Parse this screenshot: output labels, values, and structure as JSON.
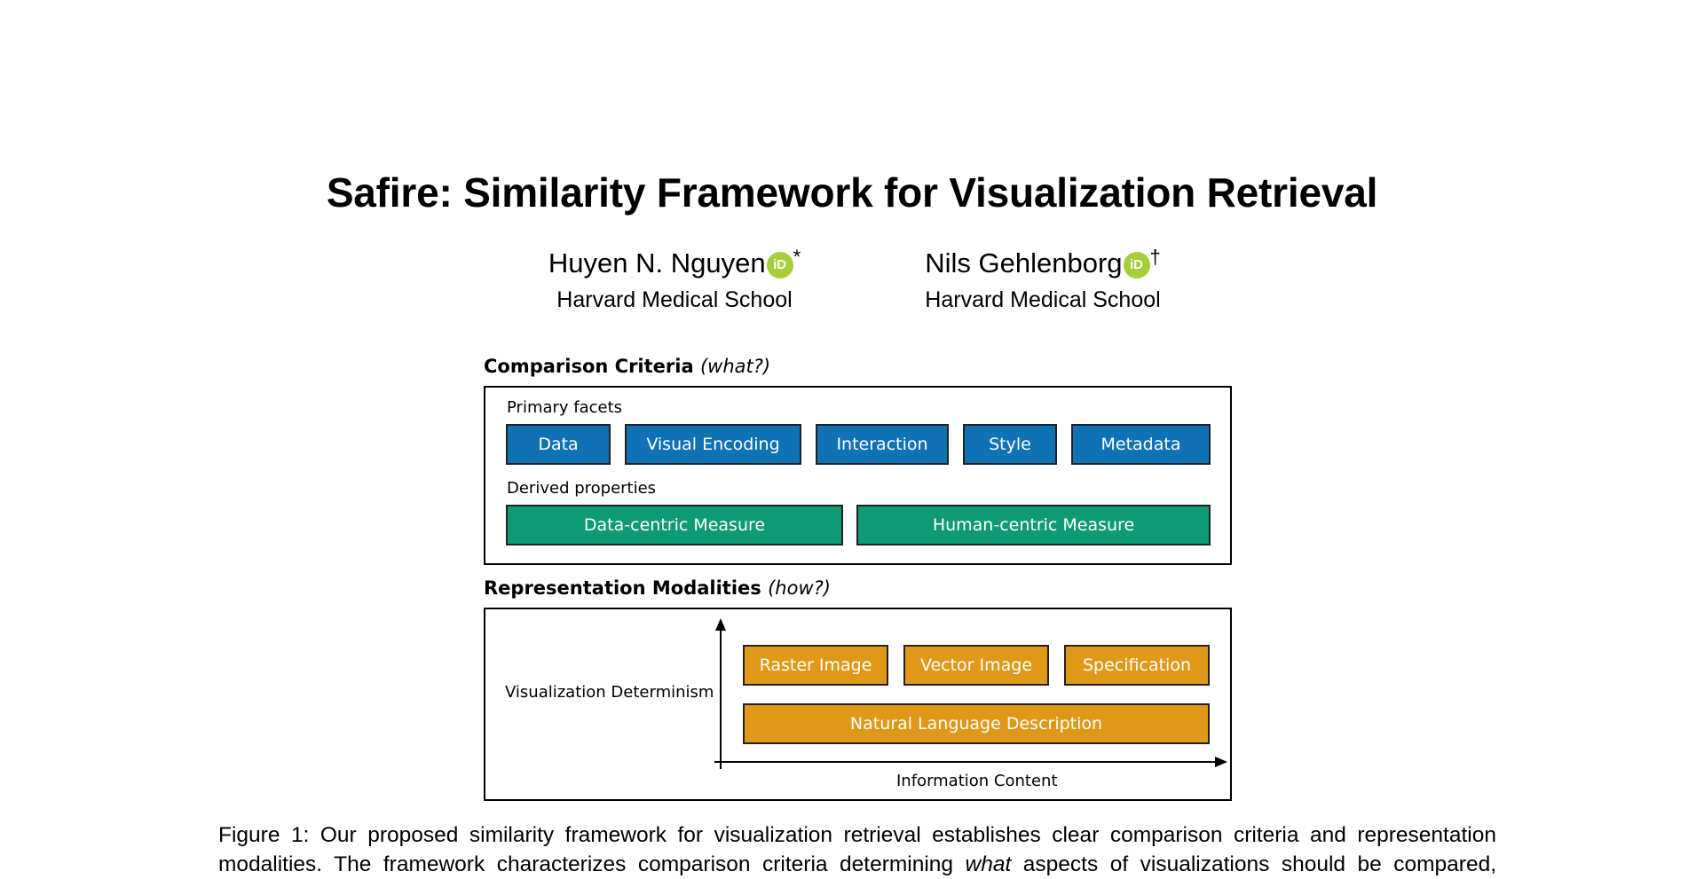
{
  "title": "Safire: Similarity Framework for Visualization Retrieval",
  "authors": [
    {
      "name": "Huyen N. Nguyen",
      "mark": "*",
      "affiliation": "Harvard Medical School"
    },
    {
      "name": "Nils Gehlenborg",
      "mark": "†",
      "affiliation": "Harvard Medical School"
    }
  ],
  "orcid_icon_text": "iD",
  "figure": {
    "criteria": {
      "title": "Comparison Criteria",
      "hint": "(what?)",
      "primary_label": "Primary facets",
      "primary_facets": [
        "Data",
        "Visual Encoding",
        "Interaction",
        "Style",
        "Metadata"
      ],
      "derived_label": "Derived properties",
      "derived_properties": [
        "Data-centric Measure",
        "Human-centric Measure"
      ]
    },
    "modalities": {
      "title": "Representation Modalities",
      "hint": "(how?)",
      "y_axis_label": "Visualization Determinism",
      "x_axis_label": "Information Content",
      "items": [
        "Raster Image",
        "Vector Image",
        "Specification",
        "Natural Language Description"
      ]
    },
    "colors": {
      "primary": "#0f72b4",
      "derived": "#0e9a74",
      "modality": "#e09818"
    }
  },
  "caption": {
    "line1": "Figure 1: Our proposed similarity framework for visualization retrieval establishes clear comparison criteria and representation",
    "line2_start": "modalities. The framework characterizes comparison criteria determining",
    "line2_em": "what",
    "line2_end": "aspects of visualizations should be compared,"
  }
}
